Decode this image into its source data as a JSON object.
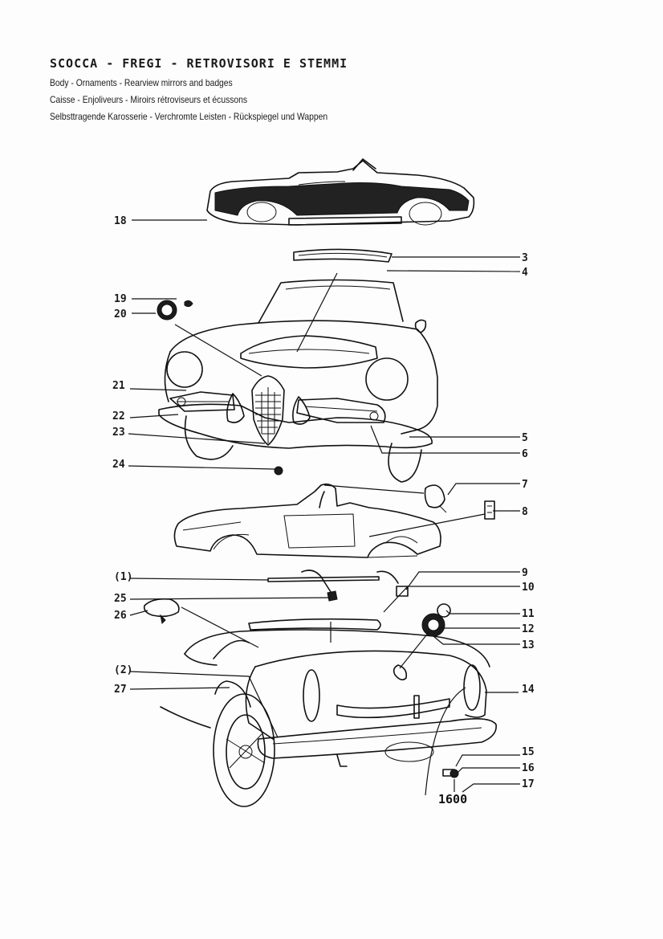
{
  "header": {
    "title": "SCOCCA - FREGI - RETROVISORI E STEMMI",
    "subtitle_en": "Body - Ornaments - Rearview mirrors and badges",
    "subtitle_fr": "Caisse - Enjoliveurs - Miroirs rétroviseurs et écussons",
    "subtitle_de": "Selbsttragende Karosserie - Verchromte Leisten - Rückspiegel und Wappen"
  },
  "callouts": {
    "c18": "18",
    "c3": "3",
    "c4": "4",
    "c19": "19",
    "c20": "20",
    "c21": "21",
    "c22": "22",
    "c23": "23",
    "c24": "24",
    "c5": "5",
    "c6": "6",
    "c7": "7",
    "c8": "8",
    "c1p": "(1)",
    "c25": "25",
    "c26": "26",
    "c9": "9",
    "c10": "10",
    "c11": "11",
    "c12": "12",
    "c13": "13",
    "c2p": "(2)",
    "c27": "27",
    "c14": "14",
    "c15": "15",
    "c16": "16",
    "c17": "17"
  },
  "badge_text": {
    "model": "1600"
  },
  "icons": [
    "side-view-car-icon",
    "front-view-car-icon",
    "body-shell-icon",
    "rear-view-car-icon",
    "grille-icon",
    "badge-icon",
    "mirror-icon"
  ]
}
